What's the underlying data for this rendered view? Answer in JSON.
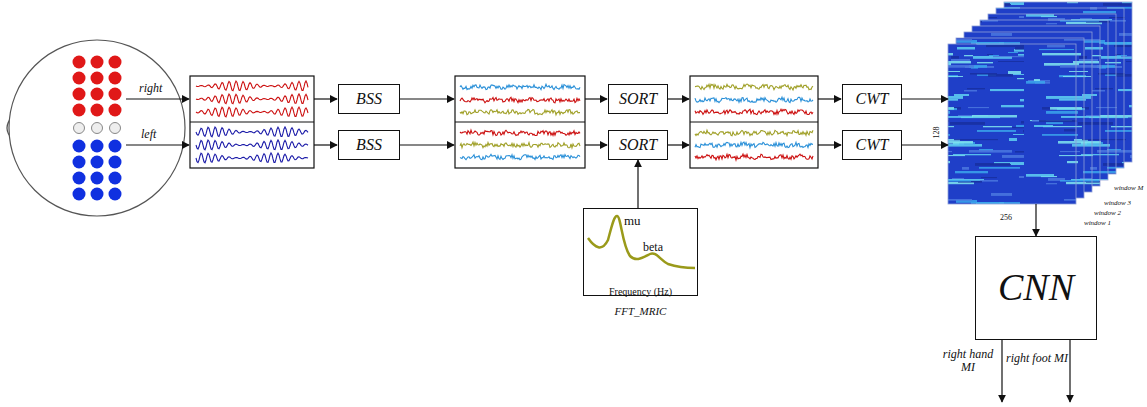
{
  "diagram": {
    "nodes": [
      {
        "text": [
          "BSS"
        ]
      },
      {
        "text": [
          "BSS"
        ]
      },
      {
        "text": [
          "SORT"
        ]
      },
      {
        "text": [
          "SORT"
        ]
      },
      {
        "text": [
          "mu",
          "beta",
          "Frequency (Hz)",
          "FFT_MRIC"
        ]
      },
      {
        "text": [
          "CWT"
        ]
      },
      {
        "text": [
          "CWT"
        ]
      },
      {
        "text": [
          "128",
          "window M",
          "window 3",
          "window 2",
          "window 1",
          "256"
        ]
      },
      {
        "text": [
          "CNN"
        ]
      }
    ],
    "edges": [
      {
        "from": 4,
        "to": 3,
        "arrow": "to"
      },
      {
        "from": 5,
        "to": 7,
        "arrow": "to"
      },
      {
        "from": 6,
        "to": 7,
        "arrow": "to"
      },
      {
        "from": 7,
        "to": 8,
        "arrow": "to"
      }
    ],
    "labels": [
      "right",
      "left",
      "right hand MI",
      "right foot MI"
    ]
  }
}
